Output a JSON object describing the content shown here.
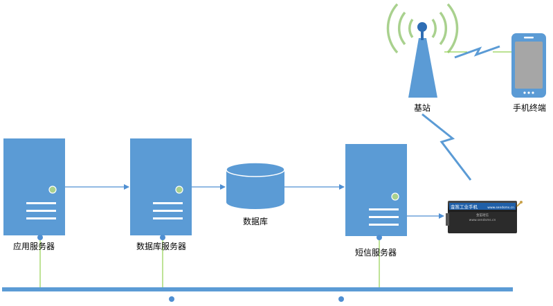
{
  "nodes": {
    "app_server": {
      "label": "应用服务器"
    },
    "db_server": {
      "label": "数据库服务器"
    },
    "database": {
      "label": "数据库"
    },
    "sms_server": {
      "label": "短信服务器"
    },
    "base_station": {
      "label": "基站"
    },
    "mobile_terminal": {
      "label": "手机终端"
    },
    "gsm_modem": {
      "brand_text": "金笛工业手机",
      "url_text": "www.sendsms.cn",
      "sub_text": "金笛短信",
      "sub_url": "www.sendsms.cn"
    }
  },
  "colors": {
    "server_blue": "#5B9BD5",
    "connector_blue": "#4F8FD2",
    "bus_blue": "#5B9BD5",
    "green_line": "#92D050",
    "green_led": "#A9D18E",
    "signal_green": "#A9D18E",
    "lightning_blue": "#5B9BD5",
    "phone_screen": "#A6A6A6",
    "modem_dark": "#2B2B2B"
  },
  "icons": {
    "server": "server-icon",
    "database": "database-cylinder-icon",
    "antenna": "cell-tower-icon",
    "phone": "smartphone-icon",
    "lightning": "wireless-link-icon",
    "modem": "gsm-modem-icon"
  }
}
